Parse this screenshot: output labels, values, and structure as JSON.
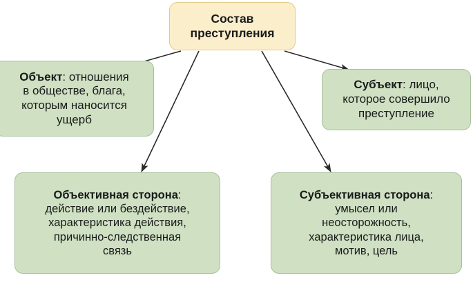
{
  "diagram": {
    "title_node": {
      "text": "Состав\nпреступления",
      "fill": "#fbeecb",
      "stroke": "#e0c98a"
    },
    "nodes": [
      {
        "id": "object",
        "lead": "Объект",
        "rest": ":  отношения\nв обществе, блага,\nкоторым наносится\nущерб",
        "fill": "#cfe0c3",
        "stroke": "#a8bf99"
      },
      {
        "id": "subject",
        "lead": "Субъект",
        "rest": ": лицо,\nкоторое совершило\nпреступление",
        "fill": "#cfe0c3",
        "stroke": "#a8bf99"
      },
      {
        "id": "objective-side",
        "lead": "Объективная сторона",
        "rest": ":\nдействие или бездействие,\nхарактеристика действия,\nпричинно-следственная\nсвязь",
        "fill": "#cfe0c3",
        "stroke": "#a8bf99"
      },
      {
        "id": "subjective-side",
        "lead": "Субъективная сторона",
        "rest": ":\nумысел или\nнеосторожность,\nхарактеристика лица,\nмотив, цель",
        "fill": "#cfe0c3",
        "stroke": "#a8bf99"
      }
    ],
    "arrow_color": "#2b2b2b"
  }
}
